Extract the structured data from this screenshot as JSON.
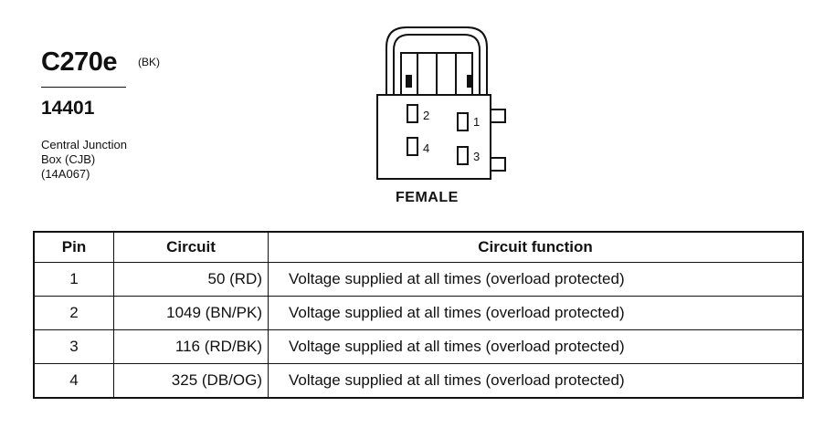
{
  "header": {
    "connector_id": "C270e",
    "color_code": "(BK)",
    "part_number": "14401",
    "location_lines": [
      "Central Junction",
      "Box (CJB)",
      "(14A067)"
    ]
  },
  "connector": {
    "gender_label": "FEMALE",
    "cavities": [
      "1",
      "2",
      "3",
      "4"
    ]
  },
  "table": {
    "headers": {
      "pin": "Pin",
      "circuit": "Circuit",
      "function": "Circuit function"
    },
    "rows": [
      {
        "pin": "1",
        "circuit": "50 (RD)",
        "function": "Voltage supplied at all times (overload protected)"
      },
      {
        "pin": "2",
        "circuit": "1049 (BN/PK)",
        "function": "Voltage supplied at all times (overload protected)"
      },
      {
        "pin": "3",
        "circuit": "116 (RD/BK)",
        "function": "Voltage supplied at all times (overload protected)"
      },
      {
        "pin": "4",
        "circuit": "325 (DB/OG)",
        "function": "Voltage supplied at all times (overload protected)"
      }
    ]
  }
}
